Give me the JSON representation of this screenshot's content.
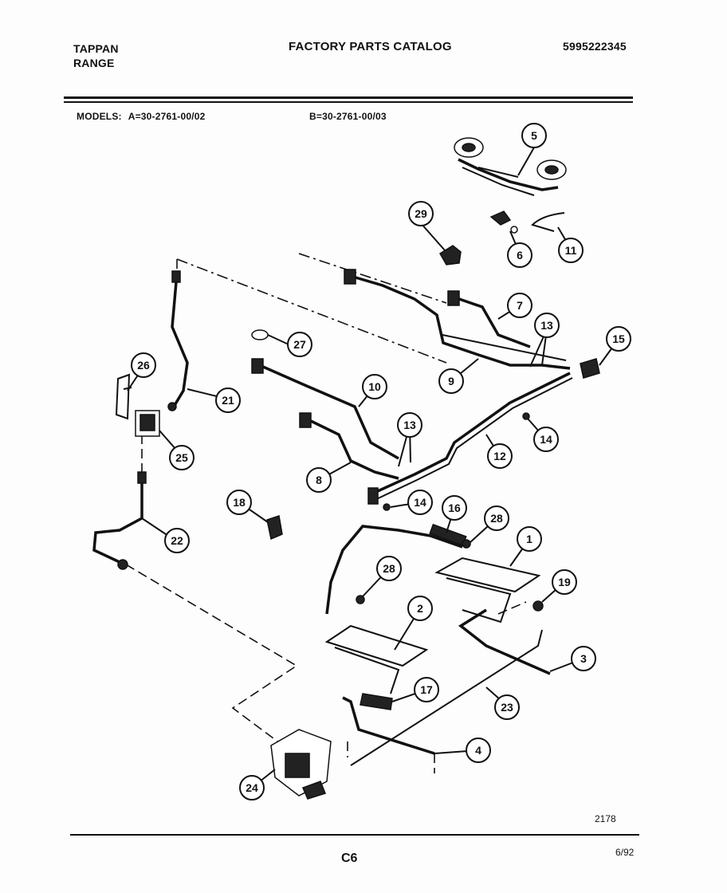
{
  "header": {
    "brand_line1": "TAPPAN",
    "brand_line2": "RANGE",
    "catalog_title": "FACTORY PARTS CATALOG",
    "catalog_number": "5995222345"
  },
  "models": {
    "label": "MODELS:",
    "model_a": "A=30-2761-00/02",
    "model_b": "B=30-2761-00/03"
  },
  "callouts": [
    "1",
    "2",
    "3",
    "4",
    "5",
    "6",
    "7",
    "8",
    "9",
    "10",
    "11",
    "12",
    "13",
    "13",
    "14",
    "14",
    "15",
    "16",
    "17",
    "18",
    "19",
    "21",
    "22",
    "23",
    "24",
    "25",
    "26",
    "27",
    "28",
    "28",
    "29"
  ],
  "footer": {
    "drawing_number": "2178",
    "page_number": "C6",
    "date": "6/92"
  }
}
